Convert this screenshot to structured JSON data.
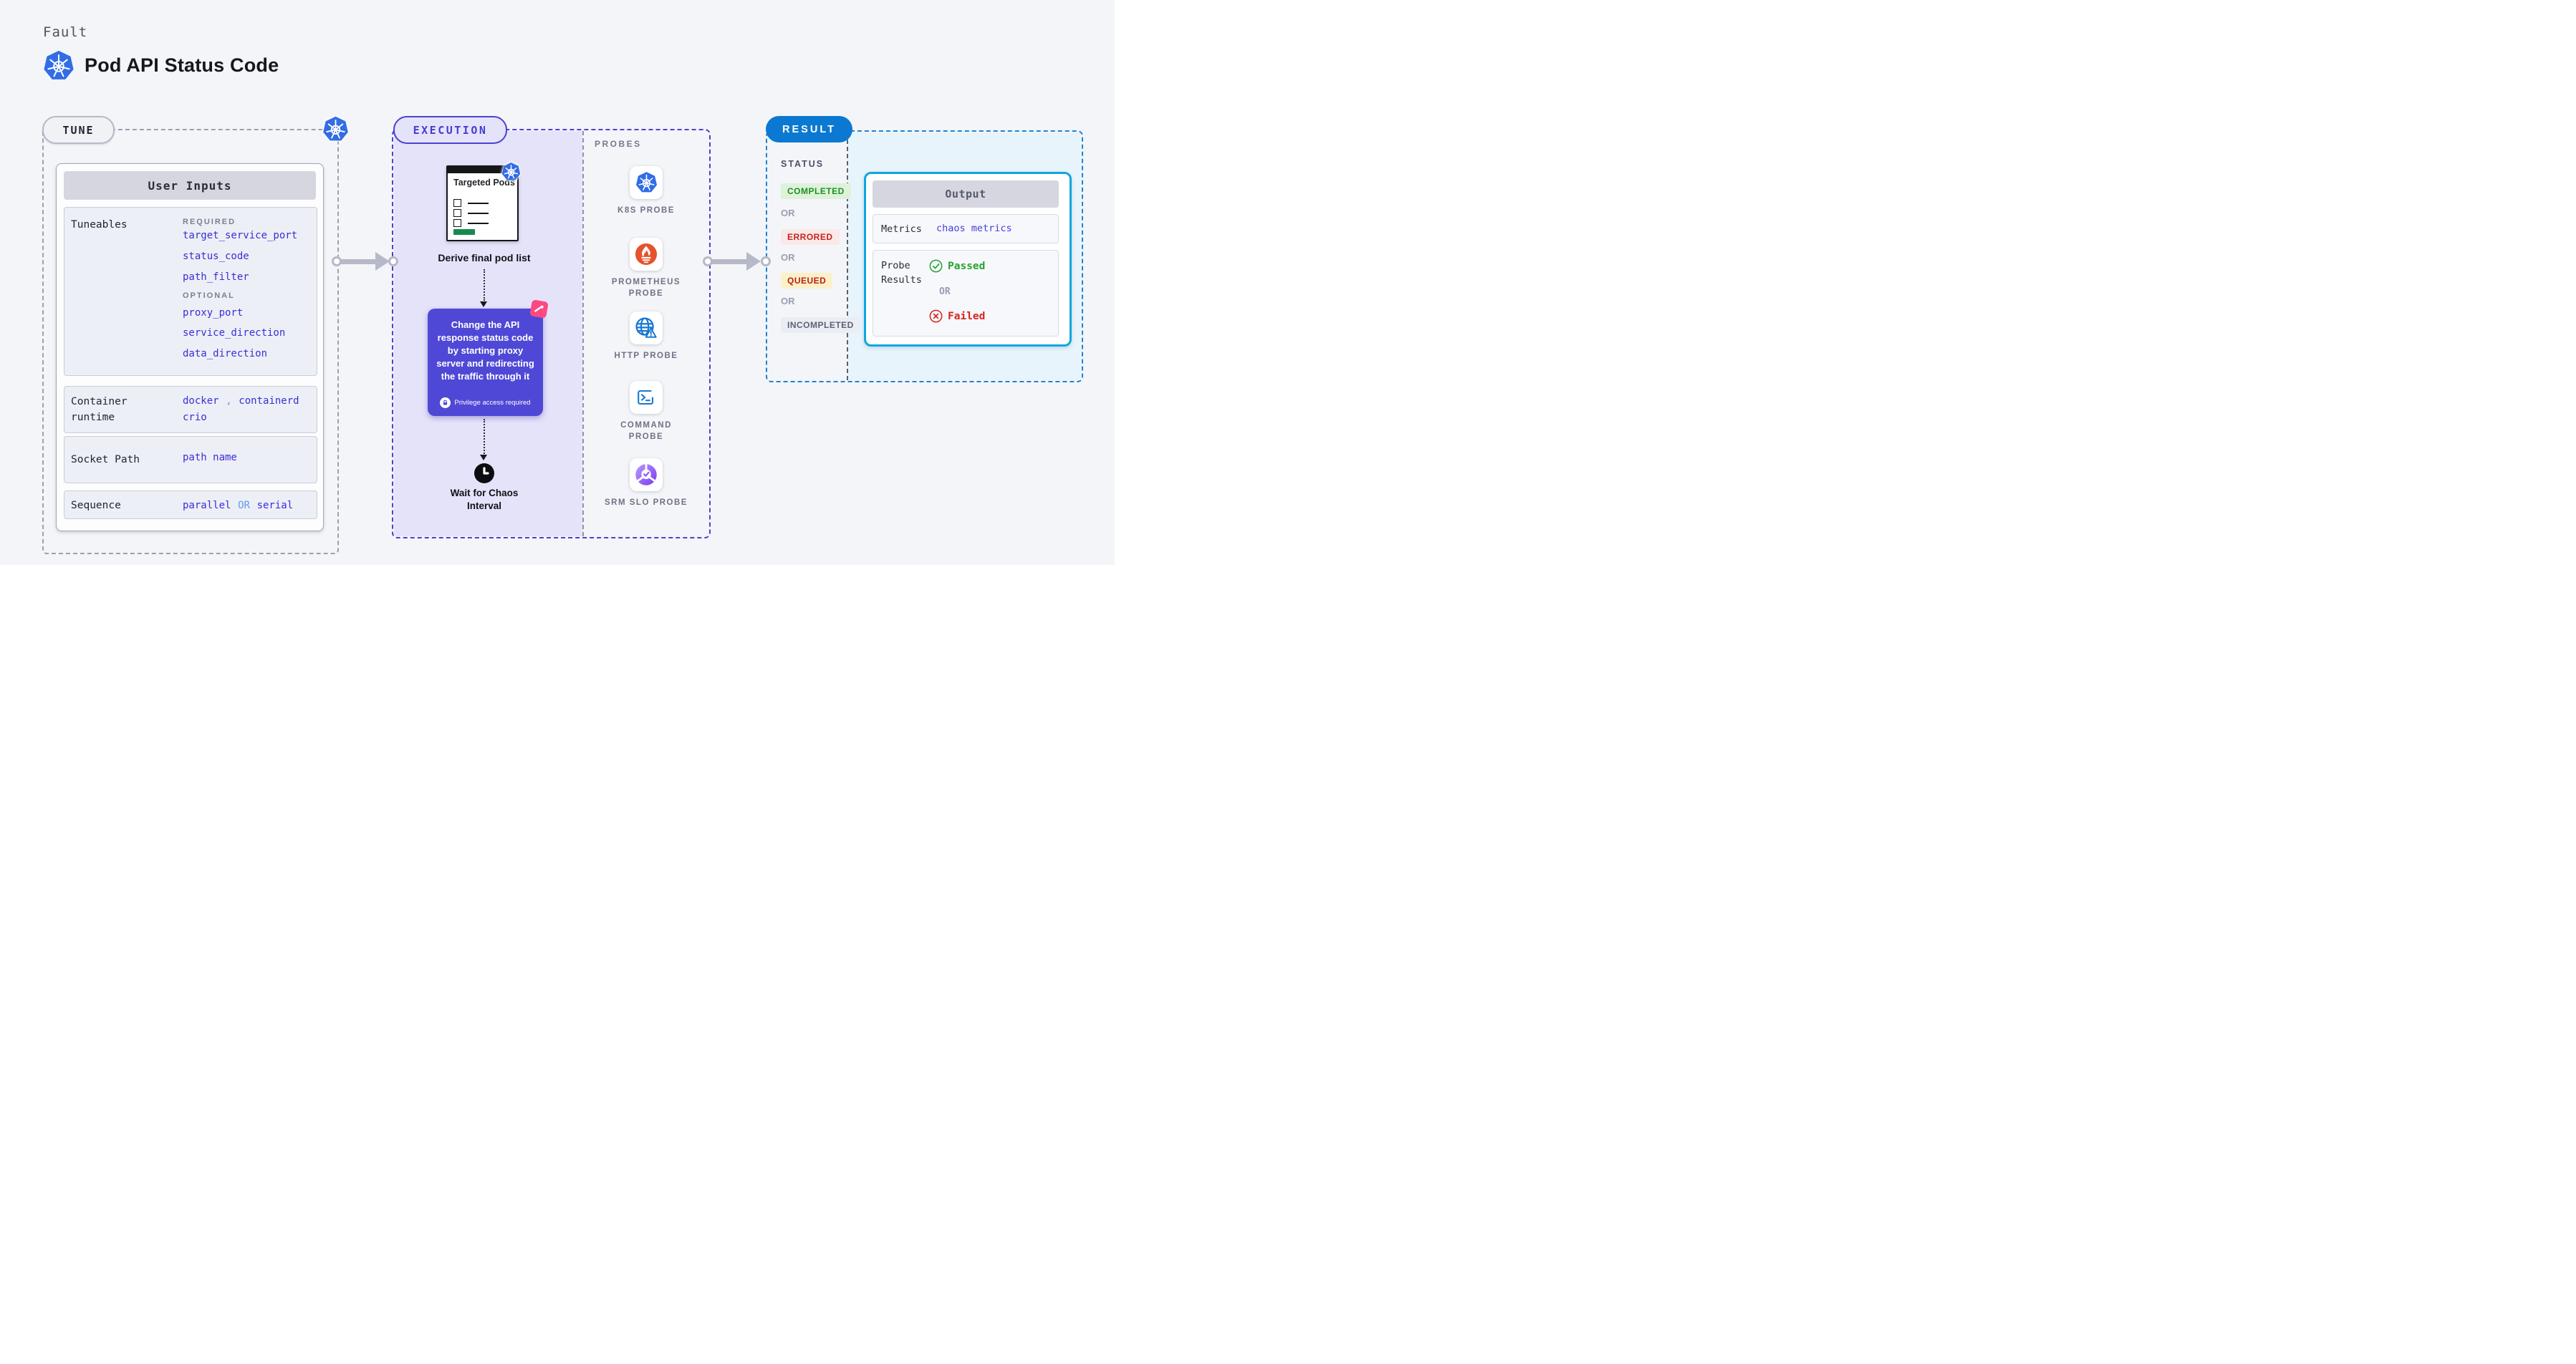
{
  "header": {
    "kicker": "Fault",
    "title": "Pod API Status Code"
  },
  "tune": {
    "pill": "TUNE",
    "user_inputs_header": "User Inputs",
    "tuneables_label": "Tuneables",
    "required_label": "REQUIRED",
    "required_items": [
      "target_service_port",
      "status_code",
      "path_filter"
    ],
    "optional_label": "OPTIONAL",
    "optional_items": [
      "proxy_port",
      "service_direction",
      "data_direction"
    ],
    "container_runtime": {
      "label": "Container runtime",
      "v1": "docker",
      "sep": ",",
      "v2": "containerd",
      "v3": "crio"
    },
    "socket_path": {
      "label": "Socket Path",
      "value": "path name"
    },
    "sequence": {
      "label": "Sequence",
      "v1": "parallel",
      "or": "OR",
      "v2": "serial"
    }
  },
  "execution": {
    "pill": "EXECUTION",
    "targeted_pods_title": "Targeted Pods",
    "derive_caption": "Derive final pod list",
    "tooltip_text": "Change the API response status code by starting proxy server and redirecting the traffic through it",
    "privilege_note": "Privilege access required",
    "wait_caption": "Wait for Chaos Interval"
  },
  "probes": {
    "label": "PROBES",
    "items": [
      {
        "label": "K8S PROBE",
        "icon": "kubernetes-logo"
      },
      {
        "label": "PROMETHEUS PROBE",
        "icon": "prometheus-flame"
      },
      {
        "label": "HTTP PROBE",
        "icon": "globe-warning"
      },
      {
        "label": "COMMAND PROBE",
        "icon": "terminal"
      },
      {
        "label": "SRM SLO PROBE",
        "icon": "slo-pie-check"
      }
    ]
  },
  "result": {
    "pill": "RESULT",
    "status_label": "STATUS",
    "or": "OR",
    "badges": [
      {
        "label": "COMPLETED",
        "bg": "#def2da",
        "color": "#1c9126"
      },
      {
        "label": "ERRORED",
        "bg": "#fae9e8",
        "color": "#c4241e"
      },
      {
        "label": "QUEUED",
        "bg": "#fcf0c8",
        "color": "#b92019"
      },
      {
        "label": "INCOMPLETED",
        "bg": "#ebedf4",
        "color": "#5c6175"
      }
    ],
    "output": {
      "header": "Output",
      "metrics_label": "Metrics",
      "metrics_value": "chaos metrics",
      "probe_results_label": "Probe Results",
      "passed": "Passed",
      "or": "OR",
      "failed": "Failed"
    }
  },
  "colors": {
    "kubernetes_blue": "#326de6",
    "accent_indigo": "#4f48d6",
    "result_blue": "#0b79d1",
    "output_border_cyan": "#10a7de",
    "code_blue": "#372fd7",
    "light_blue_keyword": "#5c9cf0",
    "passed_green": "#27a22e",
    "failed_red": "#d8241c",
    "prometheus_orange": "#e6522c",
    "pink_badge": "#fa4a81",
    "execution_fill": "#e5e3fa",
    "result_fill": "#e8f4fb"
  }
}
